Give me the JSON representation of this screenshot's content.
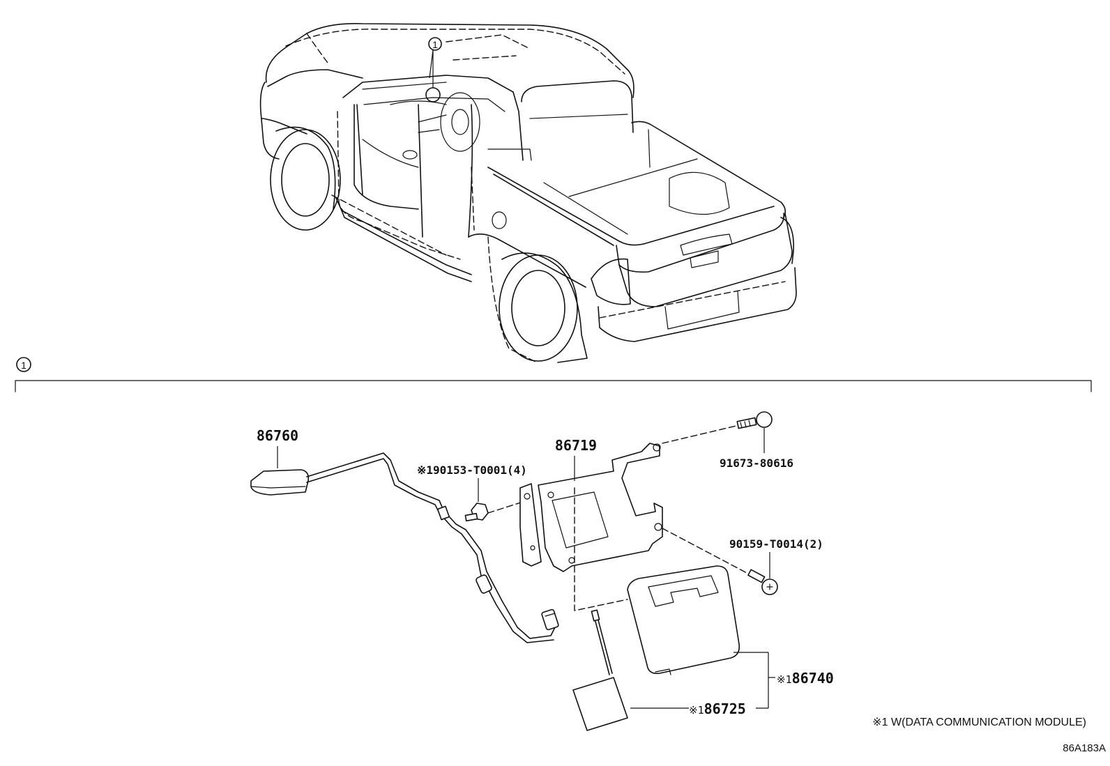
{
  "callout_marker": "1",
  "section_marker": "1",
  "parts": {
    "antenna_cord": "86760",
    "bracket": "86719",
    "bolt": "91673-80616",
    "nut": "※190153-T0001(4)",
    "screw": "90159-T0014(2)",
    "module": "※186740",
    "module_prefix": "※1",
    "module_number": "86740",
    "sub_antenna_prefix": "※1",
    "sub_antenna_number": "86725"
  },
  "footnote": "※1 W(DATA COMMUNICATION MODULE)",
  "illustration_code": "86A183A"
}
